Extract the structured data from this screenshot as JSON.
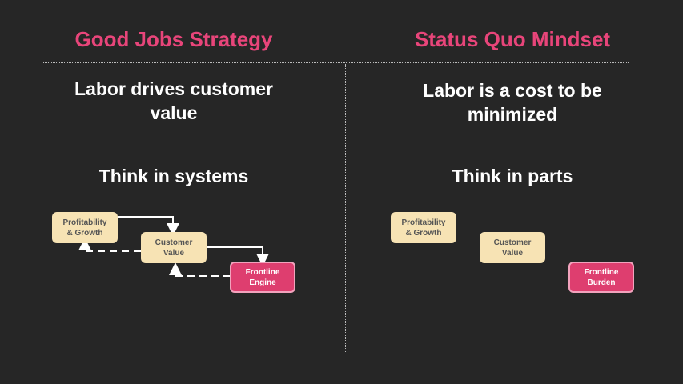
{
  "left": {
    "heading": "Good Jobs Strategy",
    "statement": "Labor drives customer value",
    "think": "Think in systems",
    "boxes": {
      "profitability": "Profitability\n& Growth",
      "customer": "Customer\nValue",
      "frontline": "Frontline\nEngine"
    }
  },
  "right": {
    "heading": "Status Quo Mindset",
    "statement": "Labor is a cost to be minimized",
    "think": "Think in parts",
    "boxes": {
      "profitability": "Profitability\n& Growth",
      "customer": "Customer\nValue",
      "frontline": "Frontline\nBurden"
    }
  },
  "colors": {
    "background": "#262626",
    "heading": "#e8457a",
    "cream_box": "#f7e3b4",
    "pink_box": "#de3e6f"
  }
}
